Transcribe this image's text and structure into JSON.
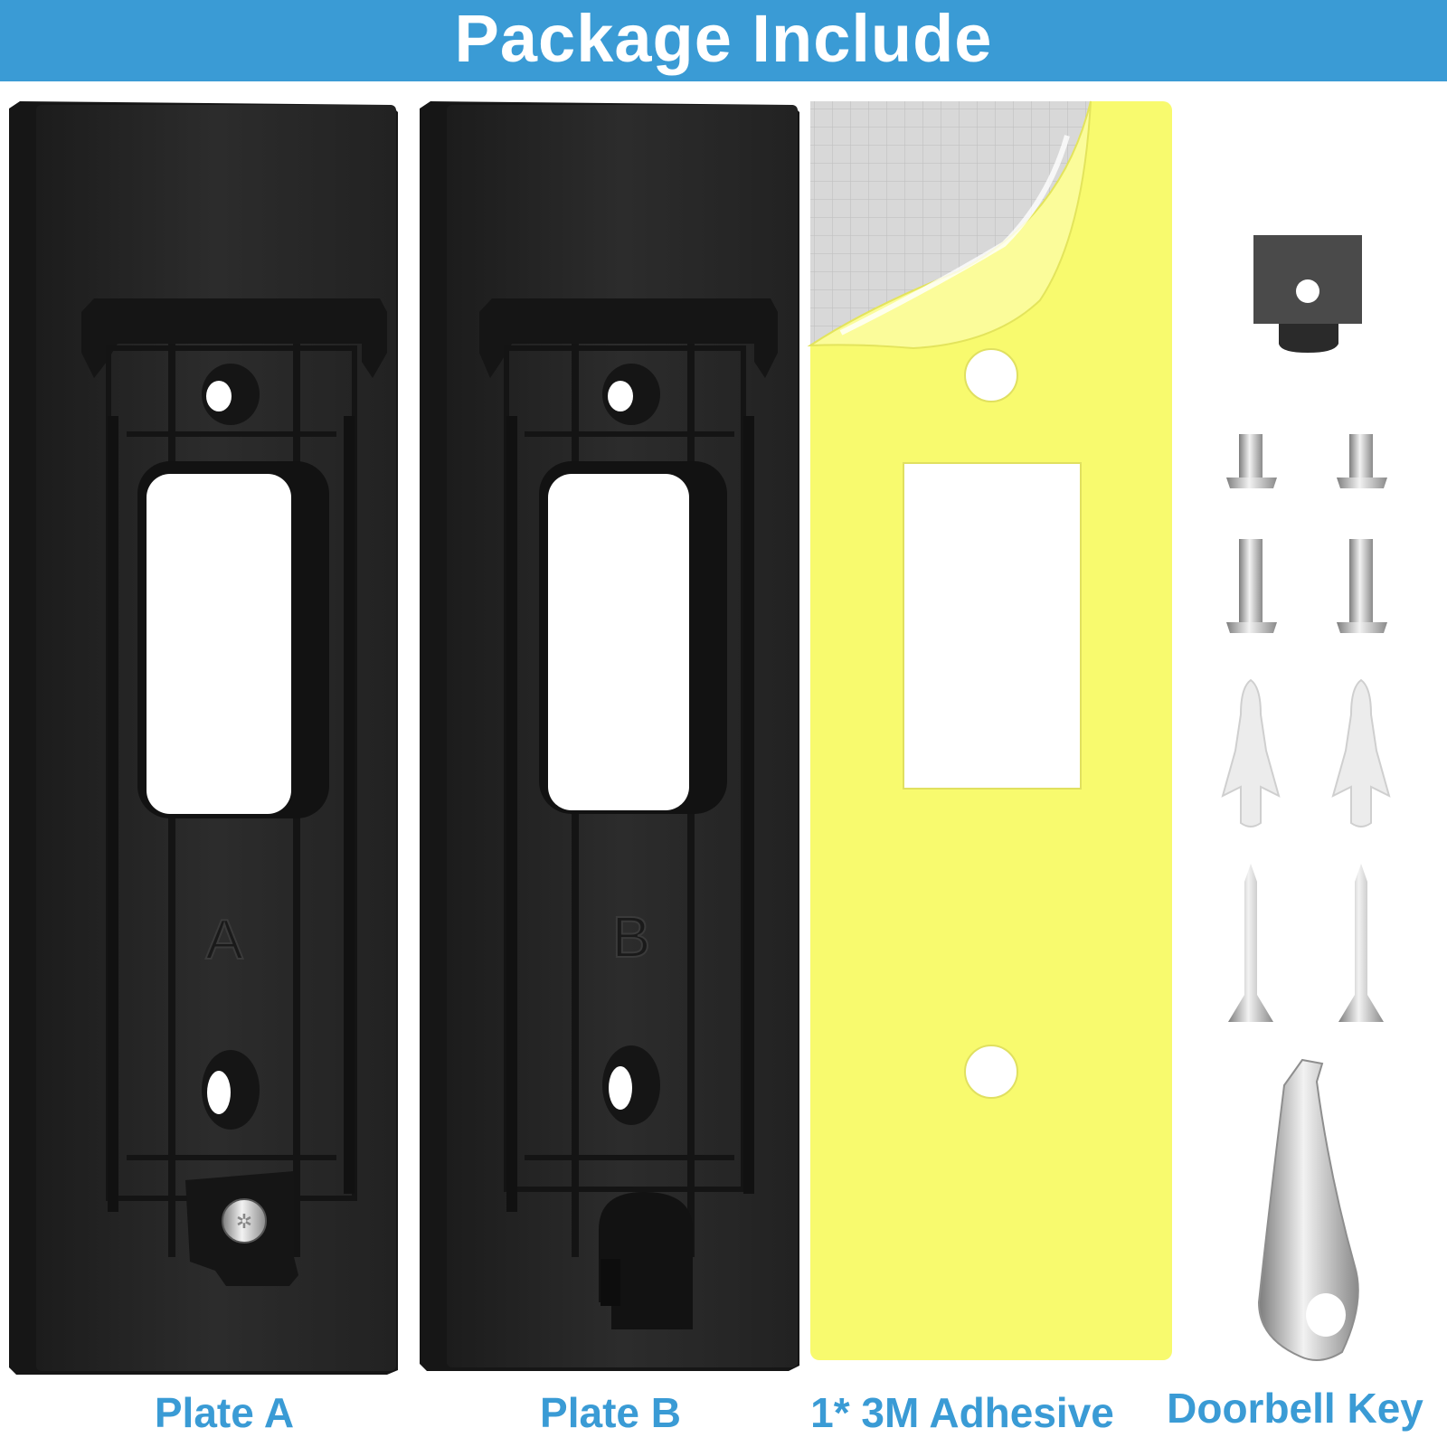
{
  "banner": {
    "title": "Package Include",
    "color": "#3a9bd5"
  },
  "plate_a": {
    "letter": "A",
    "caption": "Plate A"
  },
  "plate_b": {
    "letter": "B",
    "caption": "Plate B"
  },
  "adhesive": {
    "caption": "1* 3M Adhesive",
    "color": "#f8fa6e"
  },
  "hardware": {
    "caption": "Doorbell Key",
    "items": [
      "security-screw-short",
      "security-screw-long",
      "wall-anchor",
      "wood-screw",
      "doorbell-key",
      "screw-block"
    ]
  },
  "colors": {
    "plate": "#262626",
    "caption": "#3a9bd5"
  }
}
